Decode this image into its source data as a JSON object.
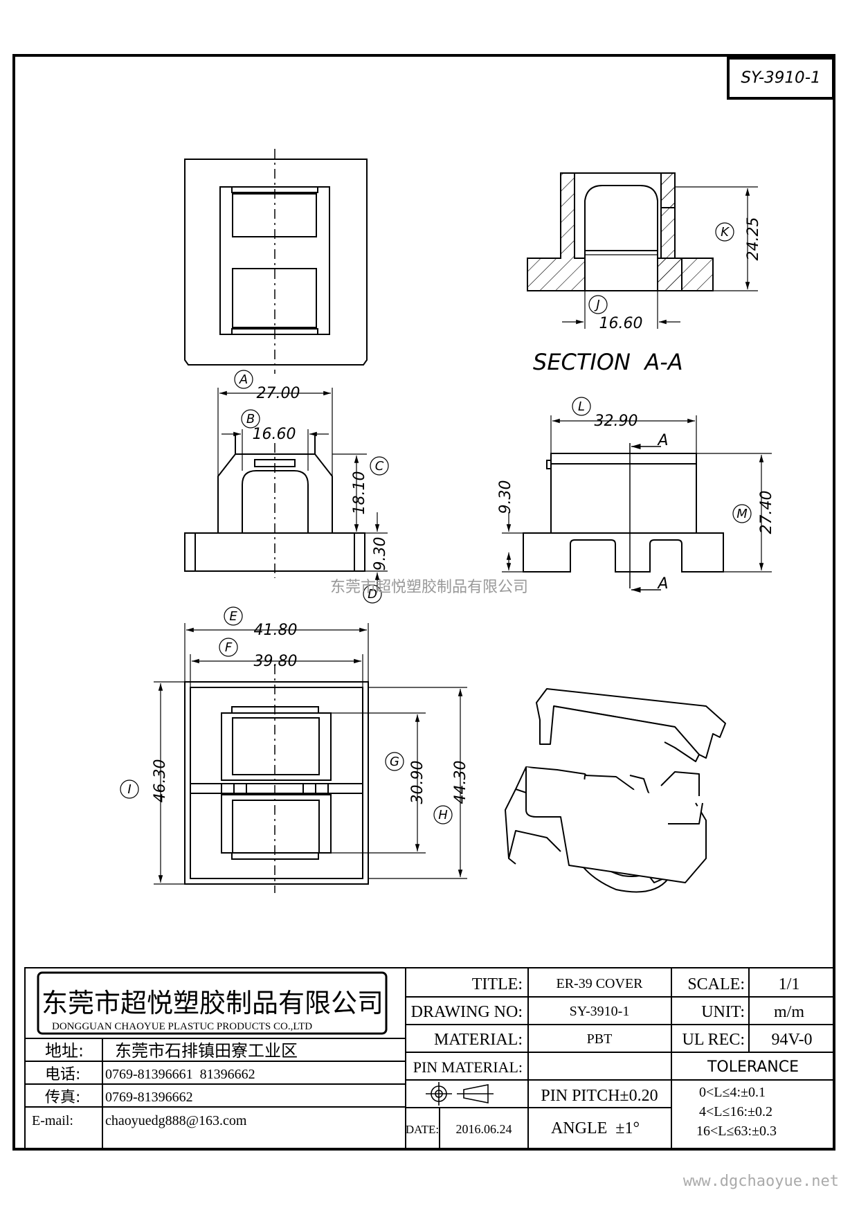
{
  "drawing_number_tag": "SY-3910-1",
  "section_title": "SECTION  A-A",
  "section_marker": "A",
  "dims": {
    "A": {
      "tag": "A",
      "value": "27.00"
    },
    "B": {
      "tag": "B",
      "value": "16.60"
    },
    "C": {
      "tag": "C",
      "value": "18.10"
    },
    "D": {
      "tag": "D",
      "value": "9.30"
    },
    "E": {
      "tag": "E",
      "value": "41.80"
    },
    "F": {
      "tag": "F",
      "value": "39.80"
    },
    "G": {
      "tag": "G",
      "value": "30.90"
    },
    "H": {
      "tag": "H",
      "value": "44.30"
    },
    "I": {
      "tag": "I",
      "value": "46.30"
    },
    "J": {
      "tag": "J",
      "value": "16.60"
    },
    "K": {
      "tag": "K",
      "value": "24.25"
    },
    "L": {
      "tag": "L",
      "value": "32.90"
    },
    "M": {
      "tag": "M",
      "value": "27.40"
    },
    "side_height": "9.30"
  },
  "watermark": "东莞市超悦塑胶制品有限公司",
  "company": {
    "name_cn": "东莞市超悦塑胶制品有限公司",
    "name_en": "DONGGUAN CHAOYUE PLASTUC PRODUCTS CO.,LTD",
    "address_label": "地址:",
    "address": "东莞市石排镇田寮工业区",
    "phone_label": "电话:",
    "phone": "0769-81396661  81396662",
    "fax_label": "传真:",
    "fax": "0769-81396662",
    "email_label": "E-mail:",
    "email": "chaoyuedg888@163.com"
  },
  "title_block": {
    "title_label": "TITLE:",
    "title": "ER-39 COVER",
    "drawing_no_label": "DRAWING NO:",
    "drawing_no": "SY-3910-1",
    "material_label": "MATERIAL:",
    "material": "PBT",
    "pin_material_label": "PIN MATERIAL:",
    "pin_material": "",
    "pin_pitch": "PIN PITCH±0.20",
    "angle": "ANGLE  ±1°",
    "date_label": "DATE:",
    "date": "2016.06.24",
    "scale_label": "SCALE:",
    "scale": "1/1",
    "unit_label": "UNIT:",
    "unit": "m/m",
    "ul_label": "UL REC:",
    "ul": "94V-0",
    "tolerance_label": "TOLERANCE",
    "tolerance_lines": [
      "0<L≤4:±0.1",
      "4<L≤16:±0.2",
      "16<L≤63:±0.3"
    ]
  },
  "website": "www.dgchaoyue.net"
}
